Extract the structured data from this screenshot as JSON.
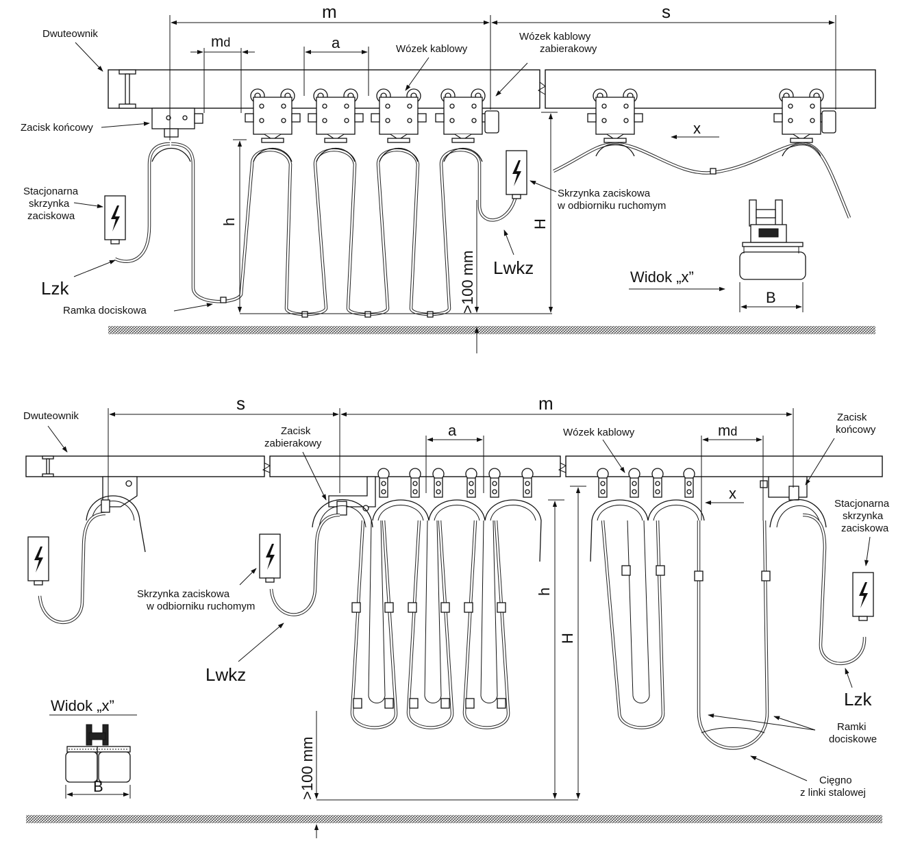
{
  "top": {
    "dims": {
      "m": "m",
      "s": "s",
      "md_m": "m",
      "md_d": "d",
      "a": "a",
      "h": "h",
      "H": "H",
      "min100": ">100 mm",
      "B": "B",
      "x": "x"
    },
    "labels": {
      "dwuteownik": "Dwuteownik",
      "wozek_kablowy": "Wózek kablowy",
      "wozek_zab_1": "Wózek kablowy",
      "wozek_zab_2": "zabierakowy",
      "zacisk_koncowy": "Zacisk końcowy",
      "stac_1": "Stacjonarna",
      "stac_2": "skrzynka",
      "stac_3": "zaciskowa",
      "skrzynka_1": "Skrzynka zaciskowa",
      "skrzynka_2": "w odbiorniku ruchomym",
      "lzk": "Lzk",
      "lwkz": "Lwkz",
      "ramka": "Ramka dociskowa",
      "widok": "Widok „x”"
    }
  },
  "bottom": {
    "dims": {
      "m": "m",
      "s": "s",
      "md_m": "m",
      "md_d": "d",
      "a": "a",
      "h": "h",
      "H": "H",
      "min100": ">100 mm",
      "B": "B",
      "x": "x"
    },
    "labels": {
      "dwuteownik": "Dwuteownik",
      "zacisk_zab_1": "Zacisk",
      "zacisk_zab_2": "zabierakowy",
      "wozek_kablowy": "Wózek kablowy",
      "zacisk_konc_1": "Zacisk",
      "zacisk_konc_2": "końcowy",
      "stac_1": "Stacjonarna",
      "stac_2": "skrzynka",
      "stac_3": "zaciskowa",
      "skrzynka_1": "Skrzynka zaciskowa",
      "skrzynka_2": "w odbiorniku ruchomym",
      "lwkz": "Lwkz",
      "lzk": "Lzk",
      "ramki_1": "Ramki",
      "ramki_2": "dociskowe",
      "ciegno_1": "Cięgno",
      "ciegno_2": "z linki stalowej",
      "widok": "Widok „x”"
    }
  }
}
